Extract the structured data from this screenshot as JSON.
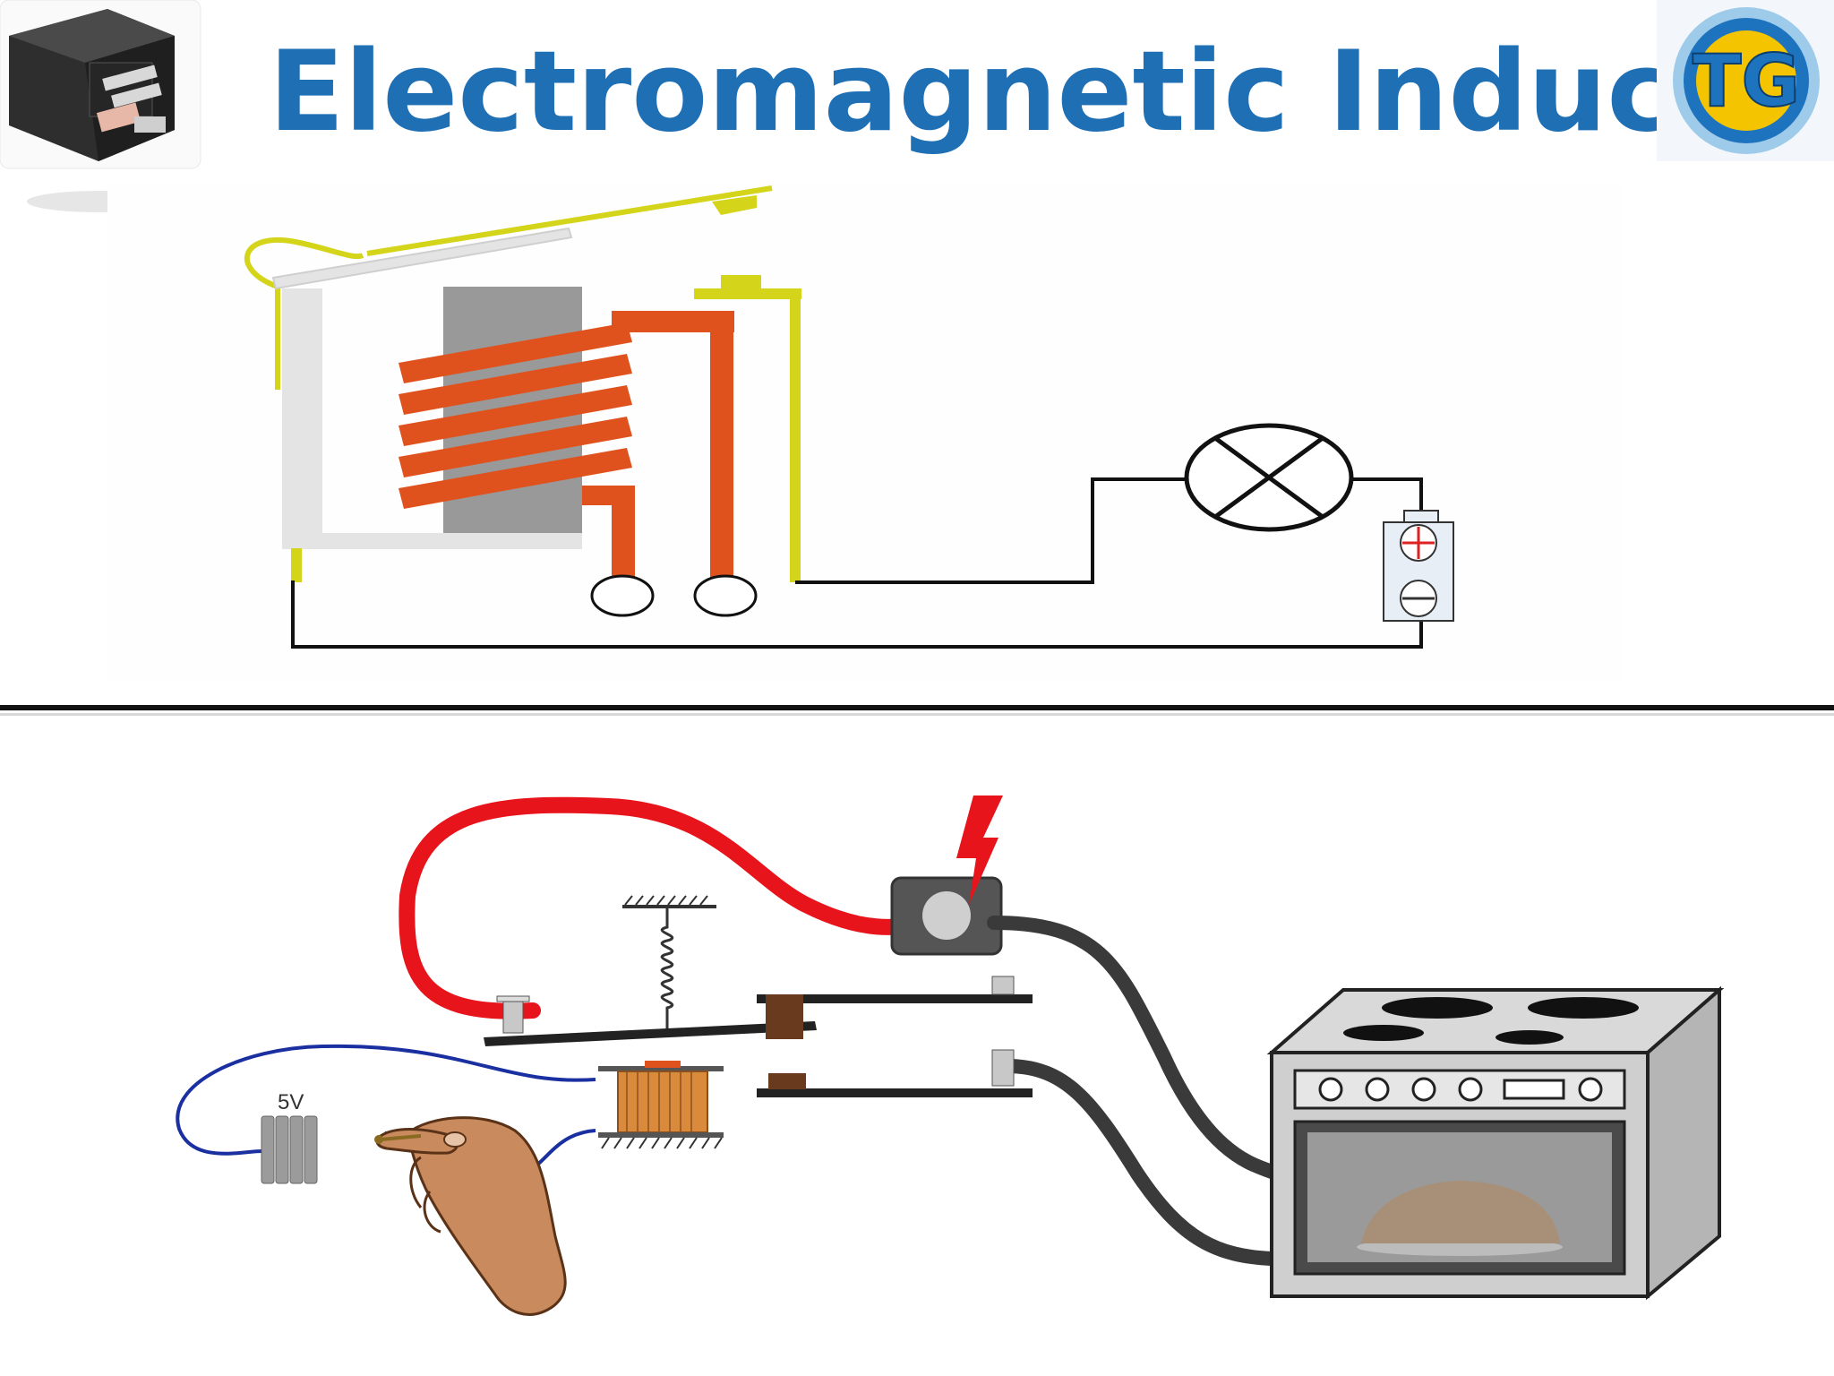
{
  "title": "Electromagnetic Induction",
  "logo": {
    "icon": "tg-logo",
    "letters": "TG",
    "colors": [
      "#f5c400",
      "#1e73be",
      "#9ecbea"
    ]
  },
  "relay_photo": {
    "icon": "automotive-relay-photo"
  },
  "top_diagram": {
    "components": [
      "armature",
      "iron-core",
      "coil",
      "contact-spring",
      "coil-terminals",
      "lamp",
      "battery"
    ],
    "colors": {
      "coil": "#e0521d",
      "contacts": "#d4d41a",
      "core": "#999999",
      "frame": "#e4e4e4",
      "wire": "#111111"
    }
  },
  "bottom_diagram": {
    "battery_label": "5V",
    "components": [
      "hand",
      "battery",
      "electromagnet",
      "spring",
      "lever-contact",
      "power-plug",
      "spark",
      "oven"
    ],
    "colors": {
      "hot_wire": "#e8141c",
      "power_cable": "#3a3a3a",
      "control_wire": "#1a2fa0",
      "spark": "#e8141c",
      "coil": "#d98a3a"
    }
  }
}
